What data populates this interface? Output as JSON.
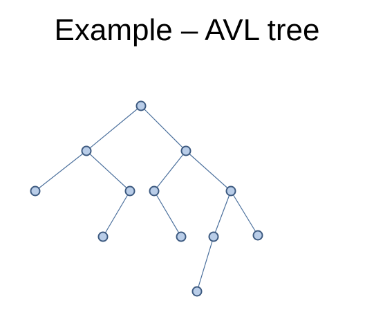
{
  "slide": {
    "title": "Example – AVL tree"
  },
  "colors": {
    "node_fill": "#b9cde8",
    "node_stroke": "#3d5a80",
    "edge": "#4a6f9c"
  },
  "tree": {
    "nodes": [
      {
        "id": "root"
      },
      {
        "id": "n1"
      },
      {
        "id": "n2"
      },
      {
        "id": "n3"
      },
      {
        "id": "n4"
      },
      {
        "id": "n5"
      },
      {
        "id": "n6"
      },
      {
        "id": "n7"
      },
      {
        "id": "n8"
      },
      {
        "id": "n9"
      },
      {
        "id": "n10"
      },
      {
        "id": "n11"
      },
      {
        "id": "n12"
      }
    ],
    "edges": [
      {
        "from": "root",
        "to": "n1"
      },
      {
        "from": "root",
        "to": "n2"
      },
      {
        "from": "n1",
        "to": "n3"
      },
      {
        "from": "n1",
        "to": "n4"
      },
      {
        "from": "n2",
        "to": "n5"
      },
      {
        "from": "n2",
        "to": "n6"
      },
      {
        "from": "n4",
        "to": "n7"
      },
      {
        "from": "n5",
        "to": "n8"
      },
      {
        "from": "n6",
        "to": "n9"
      },
      {
        "from": "n6",
        "to": "n10"
      },
      {
        "from": "n9",
        "to": "n11"
      }
    ]
  }
}
